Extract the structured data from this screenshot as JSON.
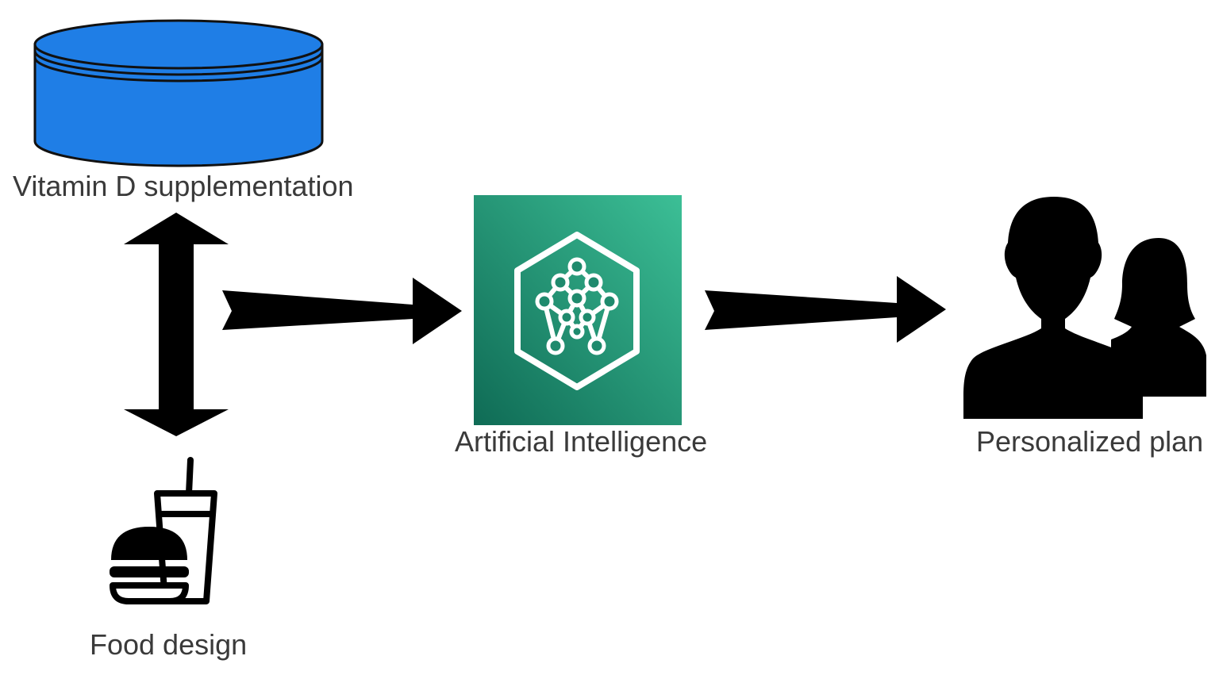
{
  "diagram": {
    "nodes": {
      "vitamin": {
        "label": "Vitamin D supplementation",
        "icon": "supplement-container-icon",
        "color": "#1f7ee6"
      },
      "food": {
        "label": "Food design",
        "icon": "burger-and-drink-icon"
      },
      "ai": {
        "label": "Artificial Intelligence",
        "icon": "neural-network-hexagon-icon",
        "color": "#1f8a6d"
      },
      "plan": {
        "label": "Personalized plan",
        "icon": "users-icon"
      }
    },
    "edges": [
      {
        "from": "vitamin",
        "to": "food",
        "bidirectional": true
      },
      {
        "from": "vitamin-food",
        "to": "ai",
        "bidirectional": false
      },
      {
        "from": "ai",
        "to": "plan",
        "bidirectional": false
      }
    ]
  }
}
